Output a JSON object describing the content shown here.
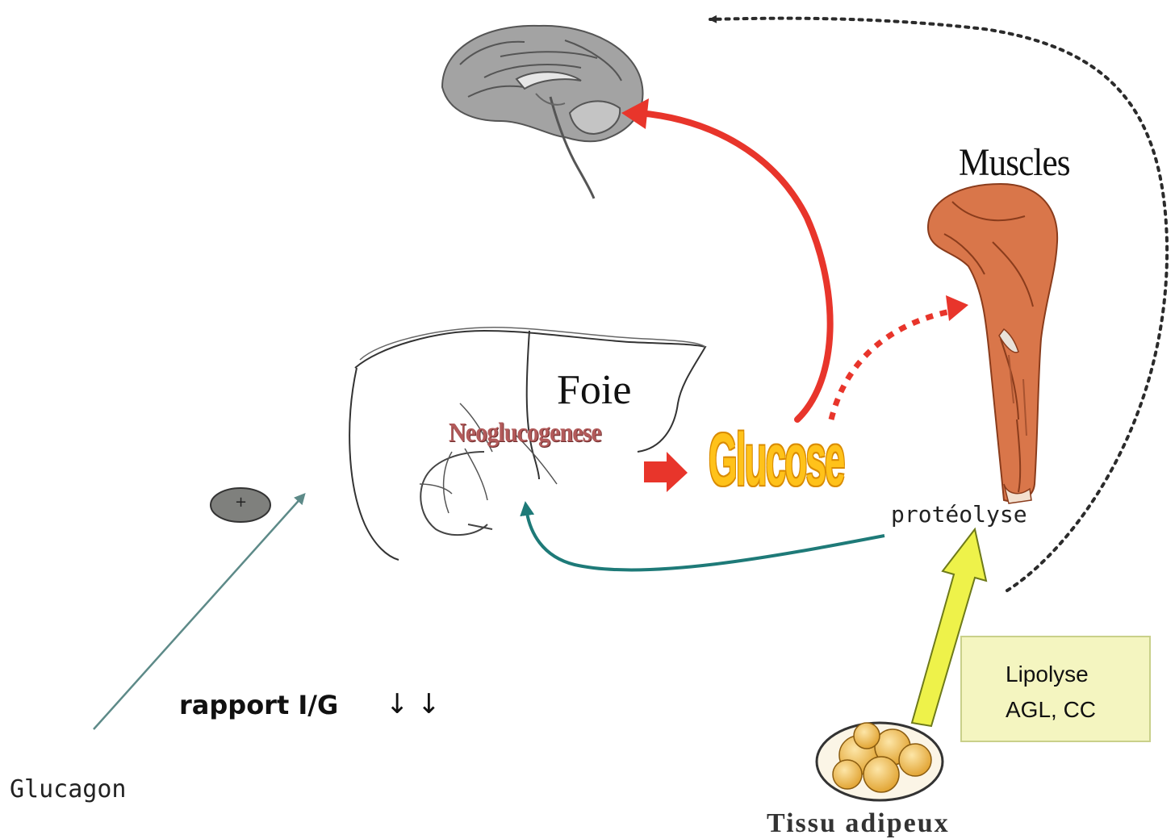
{
  "labels": {
    "muscles": "Muscles",
    "foie": "Foie",
    "neoglucogenese": "Neoglucogenese",
    "glucose": "Glucose",
    "proteolyse": "protéolyse",
    "lipolyse": "Lipolyse",
    "agl_cc": "AGL, CC",
    "tissu_adipeux": "Tissu adipeux",
    "rapport": "rapport I/G",
    "rapport_arrows": "↓ ↓",
    "glucagon": "Glucagon",
    "plus": "+"
  },
  "colors": {
    "red_arrow": "#e8352b",
    "teal_arrow": "#1e7a78",
    "yellow_arrow": "#eef24a",
    "dotted_arrow": "#2b2b2b",
    "glucose_fill": "#ffc21a",
    "muscle": "#d9764a",
    "brain": "#9c9c9c",
    "fat": "#f0b63c",
    "lipo_box": "#f4f5c0"
  }
}
